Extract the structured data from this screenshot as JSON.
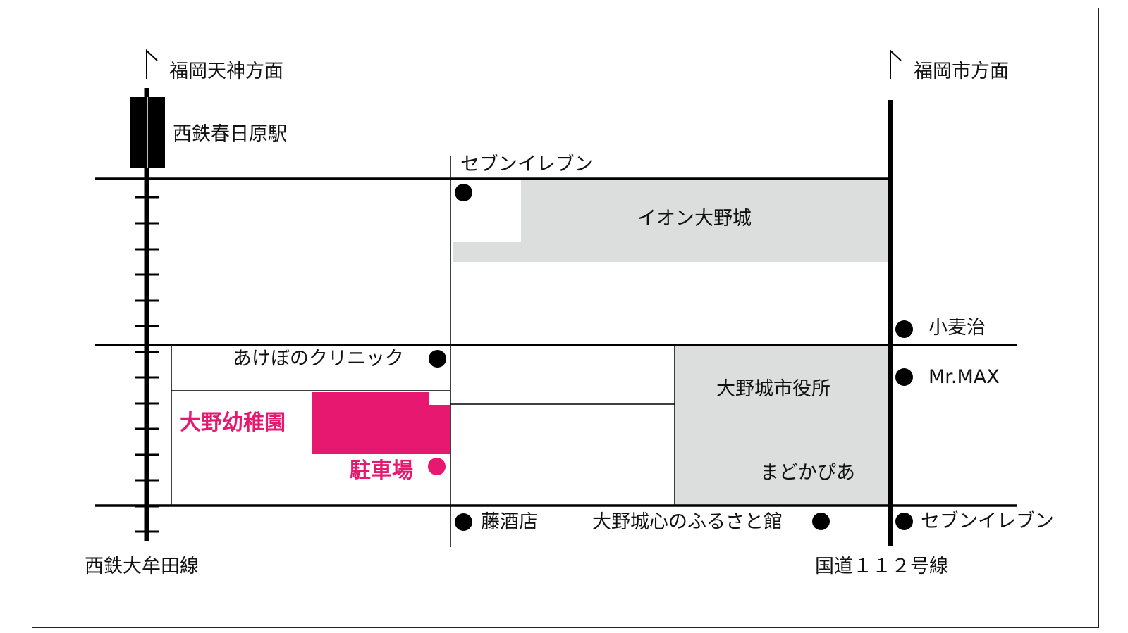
{
  "directions": {
    "tenjin": "福岡天神方面",
    "fukuoka_city": "福岡市方面"
  },
  "railway": {
    "station": "西鉄春日原駅",
    "line": "西鉄大牟田線"
  },
  "highway": {
    "name": "国道１１２号線"
  },
  "landmarks": {
    "seven_eleven_top": "セブンイレブン",
    "aeon": "イオン大野城",
    "komugiji": "小麦治",
    "mrmax": "Mr.MAX",
    "akebono_clinic": "あけぼのクリニック",
    "city_hall": "大野城市役所",
    "madokapia": "まどかぴあ",
    "fuji_sake": "藤酒店",
    "furusato_kan": "大野城心のふるさと館",
    "seven_eleven_bottom": "セブンイレブン"
  },
  "highlight": {
    "kindergarten": "大野幼稚園",
    "parking": "駐車場",
    "accent_color": "#e6186f"
  },
  "colors": {
    "building_gray": "#dcdddd",
    "road": "#000000"
  },
  "icons": {
    "direction_arrow": "corner-arrow-icon",
    "station": "station-block-icon",
    "poi": "filled-circle-icon"
  }
}
